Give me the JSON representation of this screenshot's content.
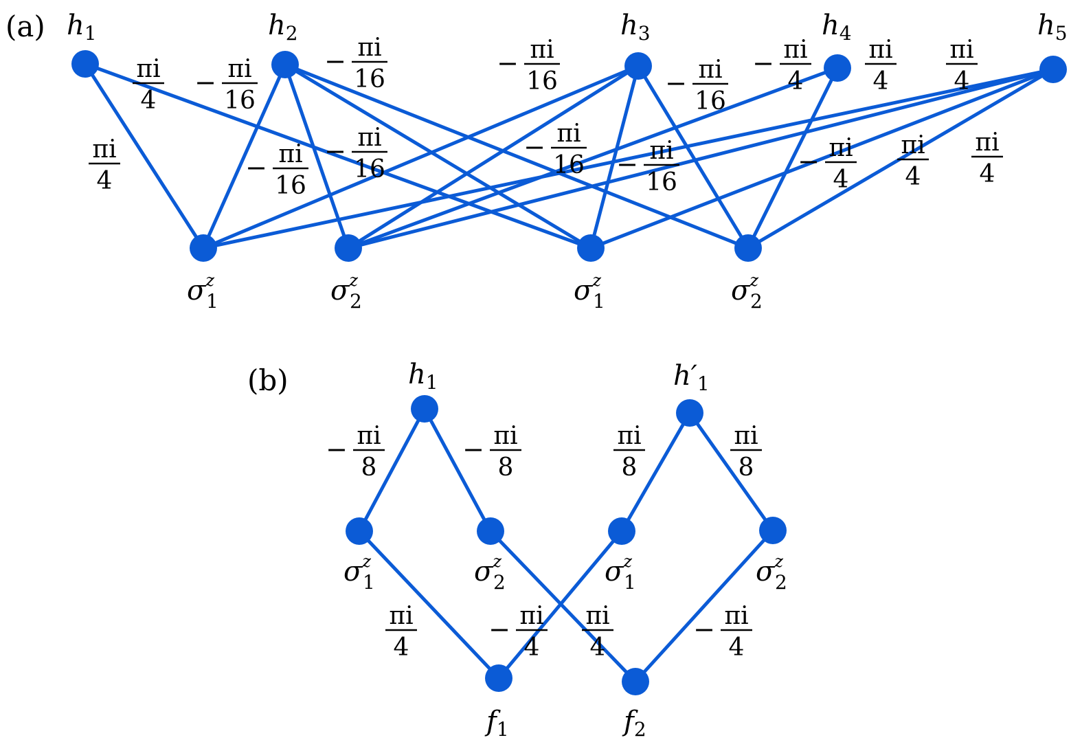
{
  "colors": {
    "accent": "#0b5bd6",
    "text": "#000000"
  },
  "panels": [
    {
      "label": "(a)",
      "nodes": [
        {
          "id": "h1",
          "name": "h",
          "sub": "1"
        },
        {
          "id": "h2",
          "name": "h",
          "sub": "2"
        },
        {
          "id": "h3",
          "name": "h",
          "sub": "3"
        },
        {
          "id": "h4",
          "name": "h",
          "sub": "4"
        },
        {
          "id": "h5",
          "name": "h",
          "sub": "5"
        },
        {
          "id": "s1a",
          "name": "σ",
          "sub": "1",
          "sup": "z"
        },
        {
          "id": "s2a",
          "name": "σ",
          "sub": "2",
          "sup": "z"
        },
        {
          "id": "s1b",
          "name": "σ",
          "sub": "1",
          "sup": "z"
        },
        {
          "id": "s2b",
          "name": "σ",
          "sub": "2",
          "sup": "z"
        }
      ],
      "edges": [
        [
          "h1",
          "s1a"
        ],
        [
          "h1",
          "s1b"
        ],
        [
          "h2",
          "s1a"
        ],
        [
          "h2",
          "s2a"
        ],
        [
          "h2",
          "s1b"
        ],
        [
          "h2",
          "s2b"
        ],
        [
          "h3",
          "s1a"
        ],
        [
          "h3",
          "s2a"
        ],
        [
          "h3",
          "s1b"
        ],
        [
          "h3",
          "s2b"
        ],
        [
          "h4",
          "s2a"
        ],
        [
          "h4",
          "s2b"
        ],
        [
          "h5",
          "s1a"
        ],
        [
          "h5",
          "s2a"
        ],
        [
          "h5",
          "s1b"
        ],
        [
          "h5",
          "s2b"
        ]
      ],
      "weights": [
        {
          "sign": "",
          "num": "πi",
          "den": "4"
        },
        {
          "sign": "−",
          "num": "πi",
          "den": "16"
        },
        {
          "sign": "−",
          "num": "πi",
          "den": "16"
        },
        {
          "sign": "−",
          "num": "πi",
          "den": "16"
        },
        {
          "sign": "−",
          "num": "πi",
          "den": "16"
        },
        {
          "sign": "−",
          "num": "πi",
          "den": "4"
        },
        {
          "sign": "",
          "num": "πi",
          "den": "4"
        },
        {
          "sign": "",
          "num": "πi",
          "den": "4"
        },
        {
          "sign": "",
          "num": "πi",
          "den": "4"
        },
        {
          "sign": "−",
          "num": "πi",
          "den": "16"
        },
        {
          "sign": "−",
          "num": "πi",
          "den": "16"
        },
        {
          "sign": "−",
          "num": "πi",
          "den": "16"
        },
        {
          "sign": "−",
          "num": "πi",
          "den": "16"
        },
        {
          "sign": "−",
          "num": "πi",
          "den": "4"
        },
        {
          "sign": "",
          "num": "πi",
          "den": "4"
        },
        {
          "sign": "",
          "num": "πi",
          "den": "4"
        }
      ]
    },
    {
      "label": "(b)",
      "nodes": [
        {
          "id": "bh1",
          "name": "h",
          "sub": "1"
        },
        {
          "id": "bh1p",
          "name": "h′",
          "sub": "1"
        },
        {
          "id": "bs1a",
          "name": "σ",
          "sub": "1",
          "sup": "z"
        },
        {
          "id": "bs2a",
          "name": "σ",
          "sub": "2",
          "sup": "z"
        },
        {
          "id": "bs1b",
          "name": "σ",
          "sub": "1",
          "sup": "z"
        },
        {
          "id": "bs2b",
          "name": "σ",
          "sub": "2",
          "sup": "z"
        },
        {
          "id": "bf1",
          "name": "f",
          "sub": "1"
        },
        {
          "id": "bf2",
          "name": "f",
          "sub": "2"
        }
      ],
      "edges": [
        [
          "bh1",
          "bs1a"
        ],
        [
          "bh1",
          "bs2a"
        ],
        [
          "bh1p",
          "bs1b"
        ],
        [
          "bh1p",
          "bs2b"
        ],
        [
          "bs1a",
          "bf1"
        ],
        [
          "bs1b",
          "bf1"
        ],
        [
          "bs2a",
          "bf2"
        ],
        [
          "bs2b",
          "bf2"
        ]
      ],
      "weights": [
        {
          "sign": "−",
          "num": "πi",
          "den": "8"
        },
        {
          "sign": "−",
          "num": "πi",
          "den": "8"
        },
        {
          "sign": "",
          "num": "πi",
          "den": "8"
        },
        {
          "sign": "",
          "num": "πi",
          "den": "8"
        },
        {
          "sign": "",
          "num": "πi",
          "den": "4"
        },
        {
          "sign": "−",
          "num": "πi",
          "den": "4"
        },
        {
          "sign": "",
          "num": "πi",
          "den": "4"
        },
        {
          "sign": "−",
          "num": "πi",
          "den": "4"
        }
      ]
    }
  ]
}
